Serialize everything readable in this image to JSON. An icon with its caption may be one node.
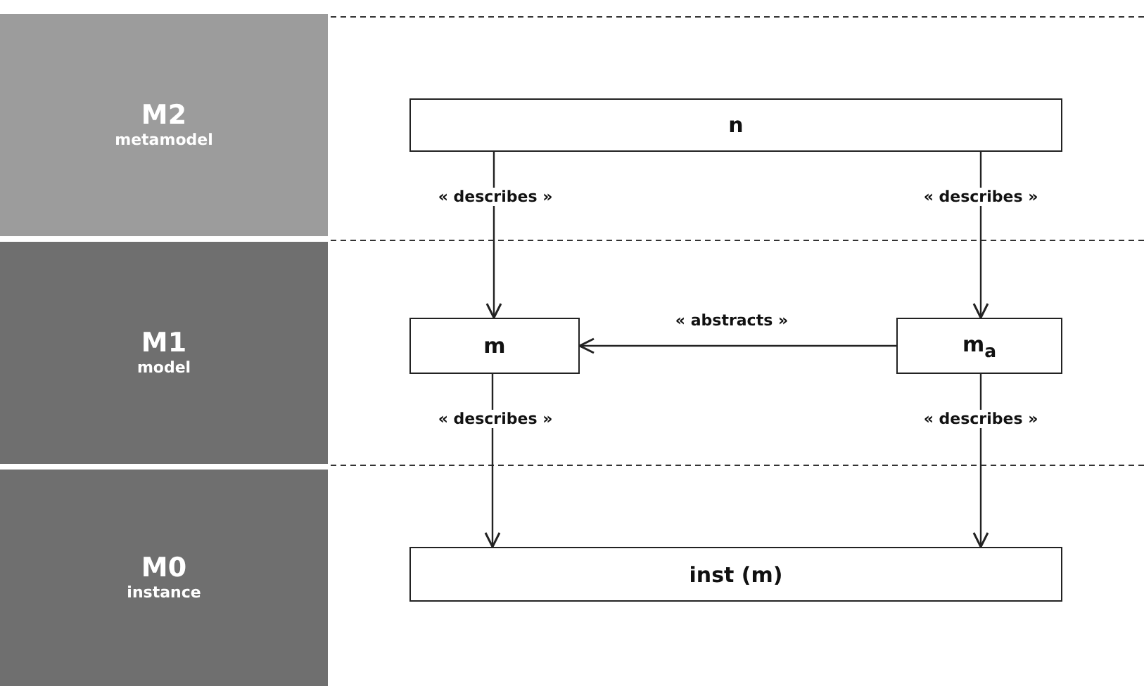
{
  "diagram": {
    "nodes": [
      {
        "text": [
          "M2",
          "metamodel"
        ]
      },
      {
        "text": [
          "n"
        ]
      },
      {
        "text": [
          "M1",
          "model"
        ]
      },
      {
        "text": [
          "m"
        ]
      },
      {
        "text": [
          "m$_{a}$"
        ]
      },
      {
        "text": [
          "M0",
          "instance"
        ]
      },
      {
        "text": [
          "inst (m)"
        ]
      }
    ],
    "edges": [
      {
        "from": 1,
        "to": 3,
        "arrow": "to",
        "label": "« describes »"
      },
      {
        "from": 1,
        "to": 4,
        "arrow": "to",
        "label": "« describes »"
      },
      {
        "from": 4,
        "to": 3,
        "arrow": "to",
        "label": "« abstracts »"
      },
      {
        "from": 3,
        "to": 6,
        "arrow": "to",
        "label": "« describes »"
      },
      {
        "from": 4,
        "to": 6,
        "arrow": "to",
        "label": "« describes »"
      }
    ]
  }
}
